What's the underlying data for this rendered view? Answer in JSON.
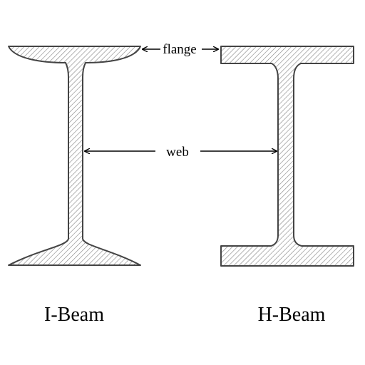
{
  "labels": {
    "flange": "flange",
    "web": "web",
    "i_beam": "I-Beam",
    "h_beam": "H-Beam"
  },
  "colors": {
    "outline": "#444444",
    "hatch": "#8a8a8a",
    "background": "#ffffff",
    "text": "#000000"
  }
}
